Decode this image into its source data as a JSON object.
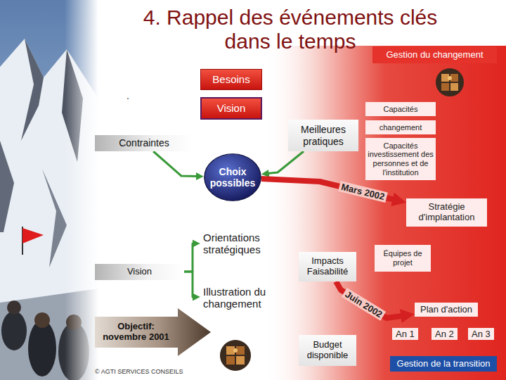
{
  "diagram": {
    "title": "4. Rappel des événements clés dans le temps",
    "nodes": [
      {
        "text": [
          "Gestion du changement"
        ]
      },
      {
        "text": [
          "Besoins"
        ]
      },
      {
        "text": [
          "Vision"
        ]
      },
      {
        "text": [
          "Capacités"
        ]
      },
      {
        "text": [
          "Contraintes"
        ]
      },
      {
        "text": [
          "Meilleures pratiques"
        ]
      },
      {
        "text": [
          "changement"
        ]
      },
      {
        "text": [
          "Capacités investissement des personnes et de l'institution"
        ]
      },
      {
        "text": [
          "Choix possibles"
        ]
      },
      {
        "text": [
          "Stratégie d'implantation"
        ]
      },
      {
        "text": [
          "Orientations stratégiques"
        ]
      },
      {
        "text": [
          "Équipes de projet"
        ]
      },
      {
        "text": [
          "Vision"
        ]
      },
      {
        "text": [
          "Impacts Faisabilité"
        ]
      },
      {
        "text": [
          "Illustration du changement"
        ]
      },
      {
        "text": [
          "Plan d'action"
        ]
      },
      {
        "text": [
          "Objectif: novembre 2001"
        ]
      },
      {
        "text": [
          "Budget disponible"
        ]
      },
      {
        "text": [
          "Gestion de la transition"
        ]
      }
    ],
    "edges": [
      {
        "from": 4,
        "to": 8,
        "arrow": "to"
      },
      {
        "from": 5,
        "to": 8,
        "arrow": "to"
      },
      {
        "from": 8,
        "to": 9,
        "label": "Mars 2002",
        "arrow": "to"
      },
      {
        "from": 12,
        "to": 10,
        "arrow": "to"
      },
      {
        "from": 12,
        "to": 14,
        "arrow": "to"
      },
      {
        "from": 13,
        "to": 15,
        "label": "Juin 2002",
        "arrow": "to"
      }
    ],
    "labels": [
      ".",
      "An 1",
      "An 2",
      "An 3",
      "© AGTI SERVICES CONSEILS"
    ]
  }
}
